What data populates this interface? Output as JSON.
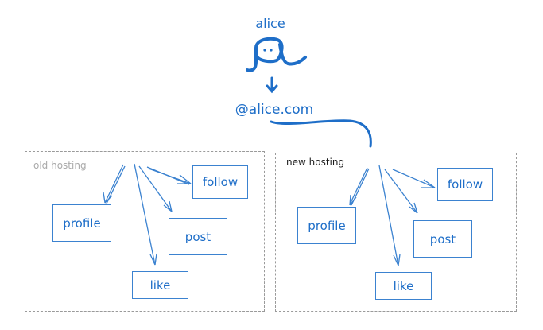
{
  "top": {
    "user_name": "alice",
    "avatar_icon": "squiggle-face-icon",
    "handle": "@alice.com"
  },
  "old_hosting": {
    "label": "old hosting",
    "nodes": [
      "profile",
      "follow",
      "post",
      "like"
    ]
  },
  "new_hosting": {
    "label": "new hosting",
    "nodes": [
      "profile",
      "follow",
      "post",
      "like"
    ]
  },
  "colors": {
    "accent": "#1e6ec8",
    "dash": "#9a9a9a",
    "old_label": "#aaaaaa",
    "new_label": "#1a1a1a"
  }
}
